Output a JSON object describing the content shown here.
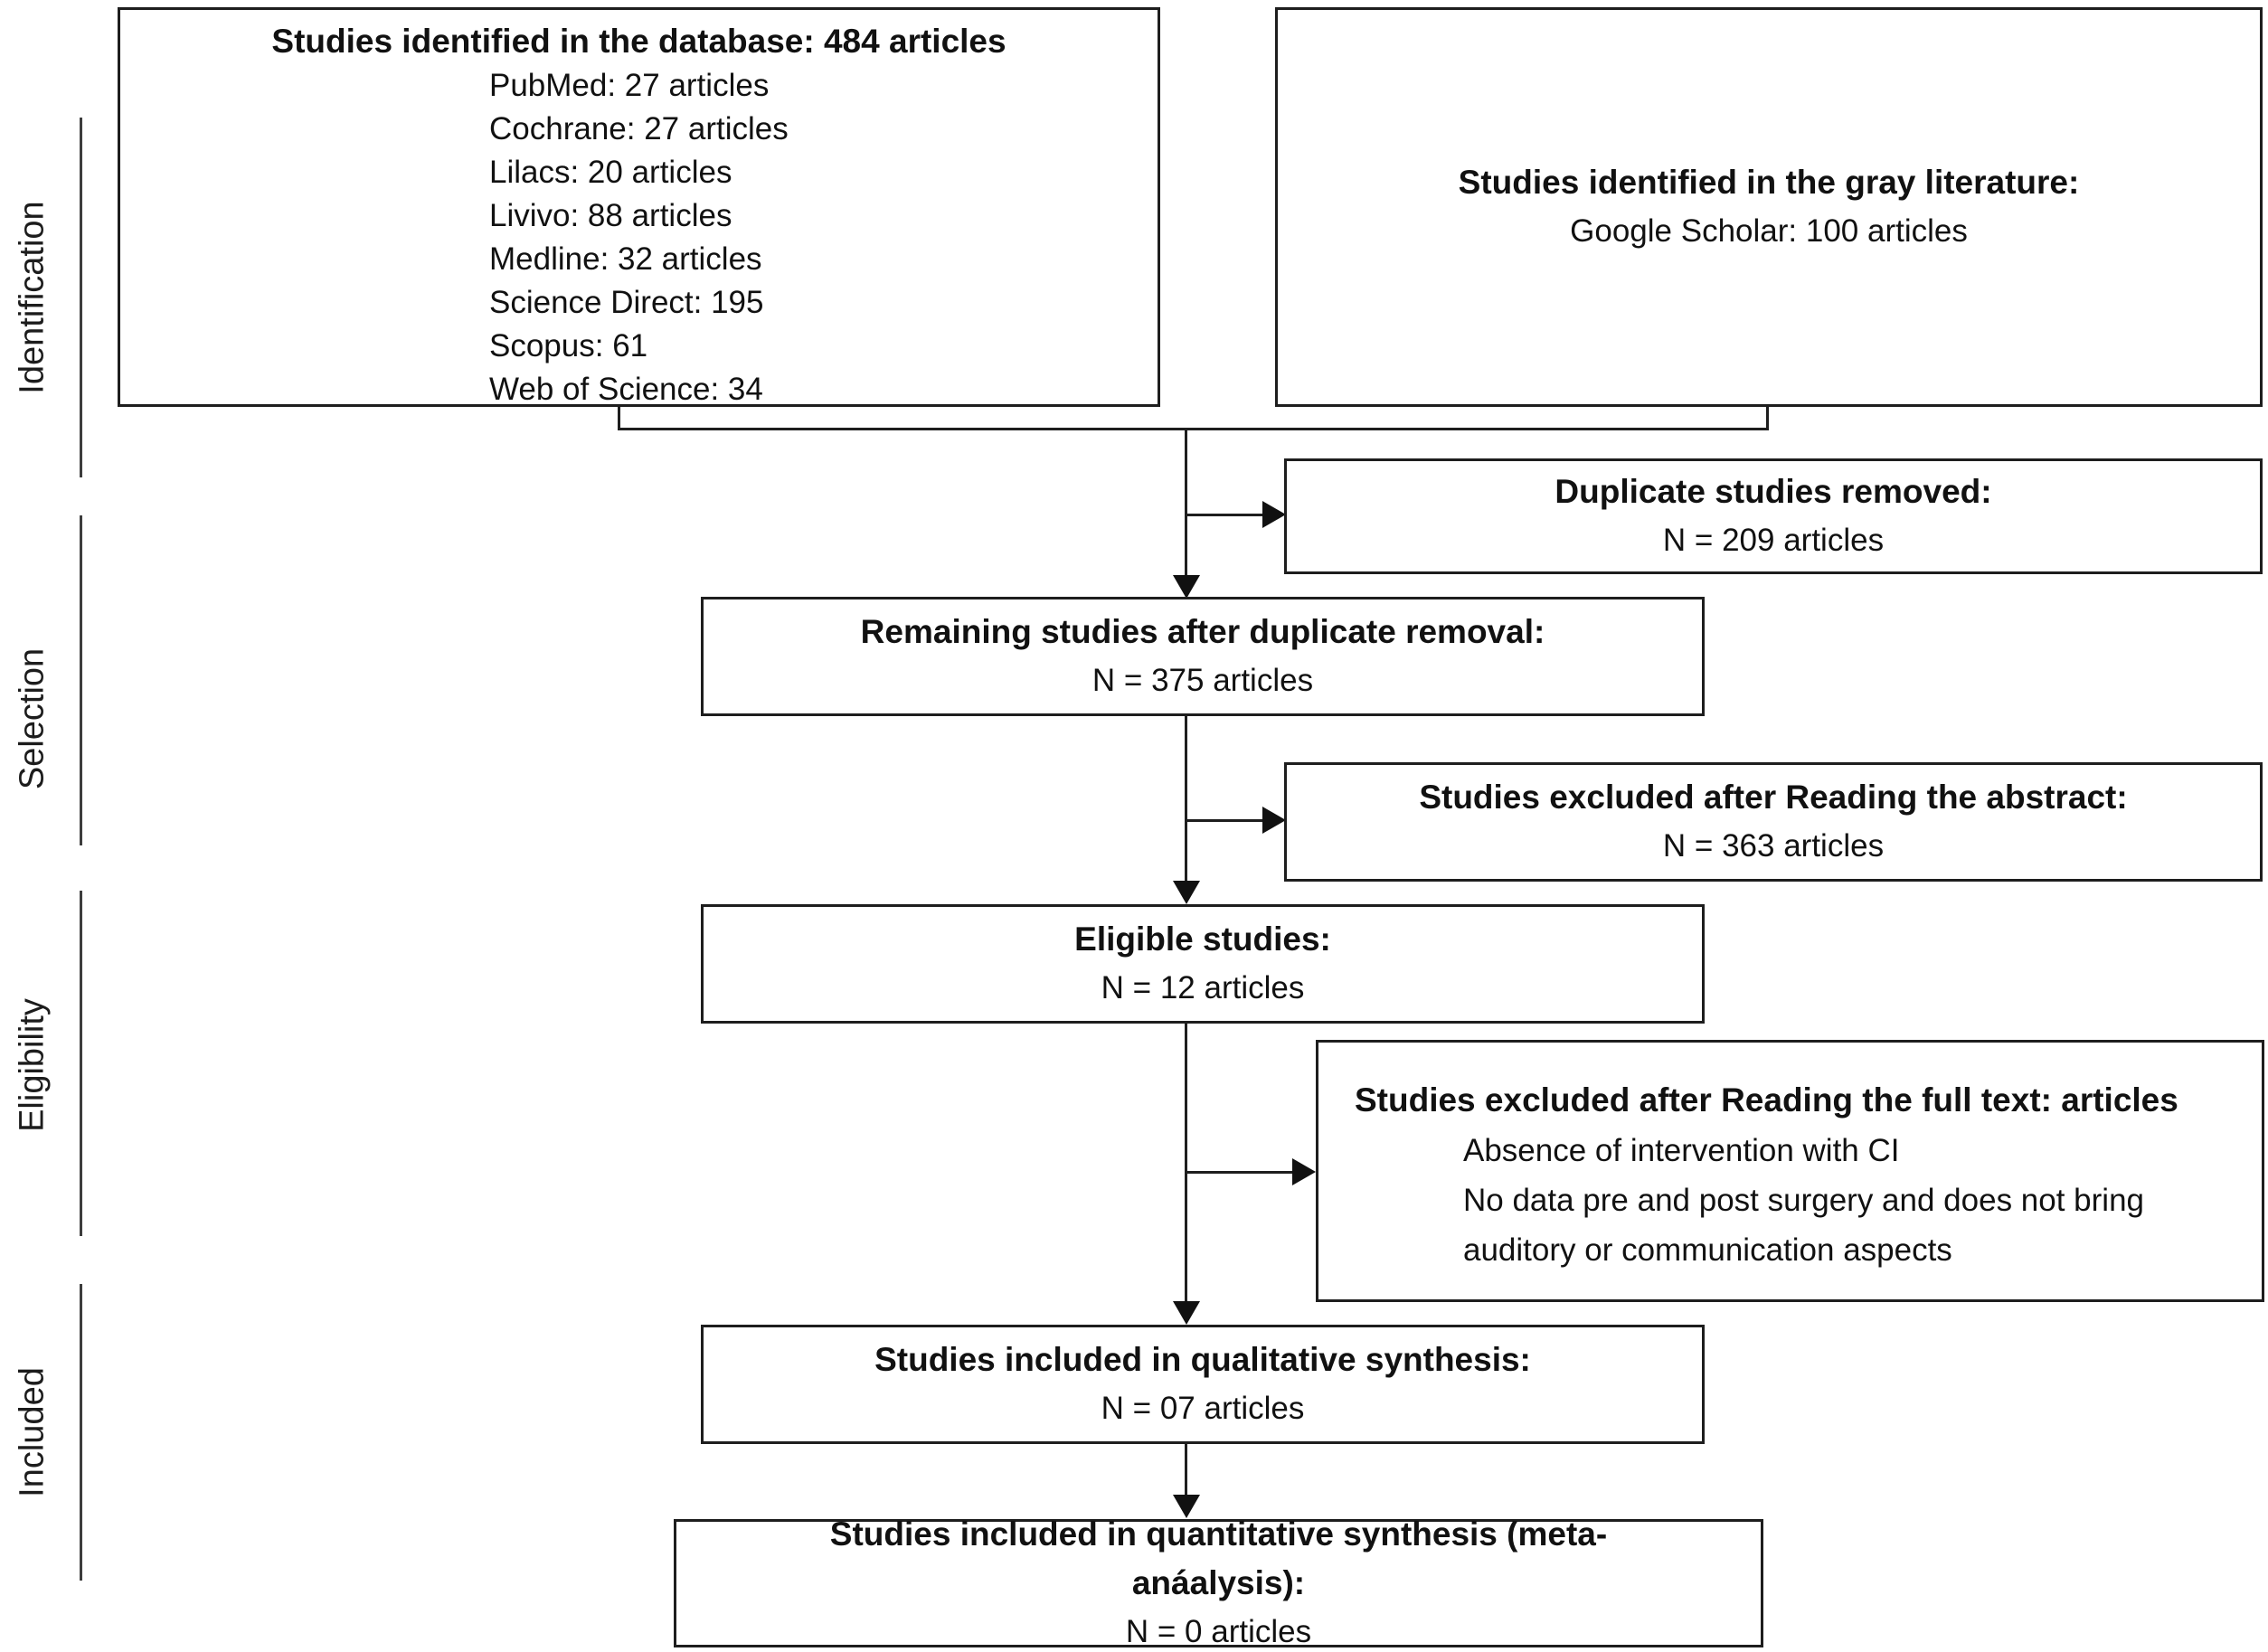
{
  "colors": {
    "background": "#ffffff",
    "border": "#1e1e1e",
    "text": "#111111"
  },
  "stages": [
    {
      "label": "Identification"
    },
    {
      "label": "Selection"
    },
    {
      "label": "Eligibility"
    },
    {
      "label": "Included"
    }
  ],
  "boxes": {
    "database": {
      "title": "Studies identified in the database: 484 articles",
      "items": [
        "PubMed: 27 articles",
        "Cochrane: 27 articles",
        "Lilacs: 20 articles",
        "Livivo: 88 articles",
        "Medline: 32 articles",
        "Science Direct: 195",
        "Scopus: 61",
        "Web of Science: 34"
      ]
    },
    "gray_literature": {
      "title": "Studies identified in the gray literature:",
      "count": "Google Scholar: 100 articles"
    },
    "duplicates_removed": {
      "title": "Duplicate studies removed:",
      "count": "N = 209 articles"
    },
    "after_duplicate_removal": {
      "title": "Remaining studies after duplicate removal:",
      "count": "N = 375 articles"
    },
    "excluded_abstract": {
      "title": "Studies excluded after Reading the abstract:",
      "count": "N = 363 articles"
    },
    "eligible": {
      "title": "Eligible studies:",
      "count": "N = 12 articles"
    },
    "excluded_full_text": {
      "title": "Studies excluded after Reading the full text: articles",
      "items": [
        "Absence of intervention with CI",
        "No data pre and post surgery and does not bring auditory or communication aspects"
      ]
    },
    "qualitative": {
      "title": "Studies included in qualitative synthesis:",
      "count": "N = 07 articles"
    },
    "quantitative": {
      "title": "Studies included in quantitative synthesis (meta-anáalysis):",
      "count": "N = 0 articles"
    }
  }
}
